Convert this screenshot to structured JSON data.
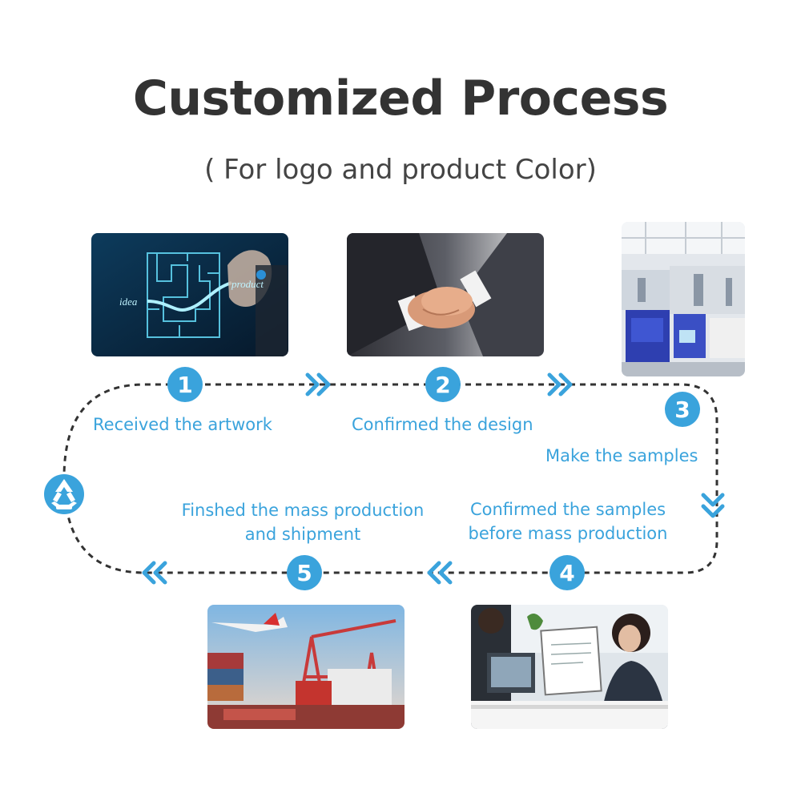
{
  "title": "Customized Process",
  "subtitle": "( For logo and product Color)",
  "colors": {
    "accent": "#3aa3dc",
    "title": "#333333",
    "dash": "#333333"
  },
  "steps": [
    {
      "number": "1",
      "label": "Received the artwork",
      "photo": "maze-idea-photo"
    },
    {
      "number": "2",
      "label": "Confirmed the design",
      "photo": "handshake-photo"
    },
    {
      "number": "3",
      "label": "Make the samples",
      "photo": "factory-photo"
    },
    {
      "number": "4",
      "label_line1": "Confirmed the samples",
      "label_line2": "before mass production",
      "photo": "meeting-photo"
    },
    {
      "number": "5",
      "label_line1": "Finshed the mass production",
      "label_line2": "and shipment",
      "photo": "shipping-photo"
    }
  ],
  "photo_text": {
    "maze_left": "idea",
    "maze_right": "product"
  },
  "loop_icon": "recycle-icon"
}
